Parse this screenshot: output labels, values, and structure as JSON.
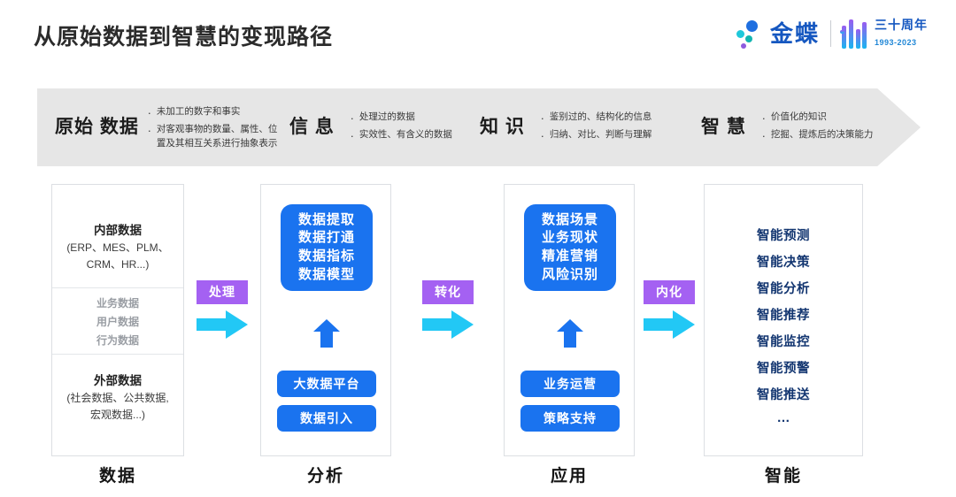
{
  "header": {
    "title": "从原始数据到智慧的变现路径",
    "logo": {
      "word": "金蝶",
      "anniversary_top": "三十周年",
      "anniversary_years": "1993-2023"
    }
  },
  "banner": {
    "segments": [
      {
        "title": "原始\n数据",
        "bullets": [
          "未加工的数字和事实",
          "对客观事物的数量、属性、位\n置及其相互关系进行抽象表示"
        ]
      },
      {
        "title": "信\n息",
        "bullets": [
          "处理过的数据",
          "实效性、有含义的数据"
        ]
      },
      {
        "title": "知\n识",
        "bullets": [
          "鉴别过的、结构化的信息",
          "归纳、对比、判断与理解"
        ]
      },
      {
        "title": "智\n慧",
        "bullets": [
          "价值化的知识",
          "挖掘、提炼后的决策能力"
        ]
      }
    ],
    "bullet_marker": "·"
  },
  "columns": [
    {
      "footer_label": "数据",
      "internal_title": "内部数据",
      "internal_sub": "(ERP、MES、PLM、\nCRM、HR...)",
      "middle_items": [
        "业务数据",
        "用户数据",
        "行为数据"
      ],
      "external_title": "外部数据",
      "external_sub": "(社会数据、公共数据,\n宏观数据...)"
    },
    {
      "footer_label": "分析",
      "card_lines": "数据提取\n数据打通\n数据指标\n数据模型",
      "pills": [
        "大数据平台",
        "数据引入"
      ]
    },
    {
      "footer_label": "应用",
      "card_lines": "数据场景\n业务现状\n精准营销\n风险识别",
      "pills": [
        "业务运营",
        "策略支持"
      ]
    },
    {
      "footer_label": "智能",
      "smart_items": [
        "智能预测",
        "智能决策",
        "智能分析",
        "智能推荐",
        "智能监控",
        "智能预警",
        "智能推送"
      ],
      "ellipsis": "…"
    }
  ],
  "connectors": [
    {
      "label": "处理"
    },
    {
      "label": "转化"
    },
    {
      "label": "内化"
    }
  ],
  "colors": {
    "brand_blue": "#1a73ef",
    "logo_blue": "#1557c0",
    "purple": "#a461f2",
    "cyan_arrow": "#22c8f5",
    "banner_grey": "#e6e6e6",
    "navy_text": "#123570",
    "grey_text": "#9a9ea4"
  }
}
